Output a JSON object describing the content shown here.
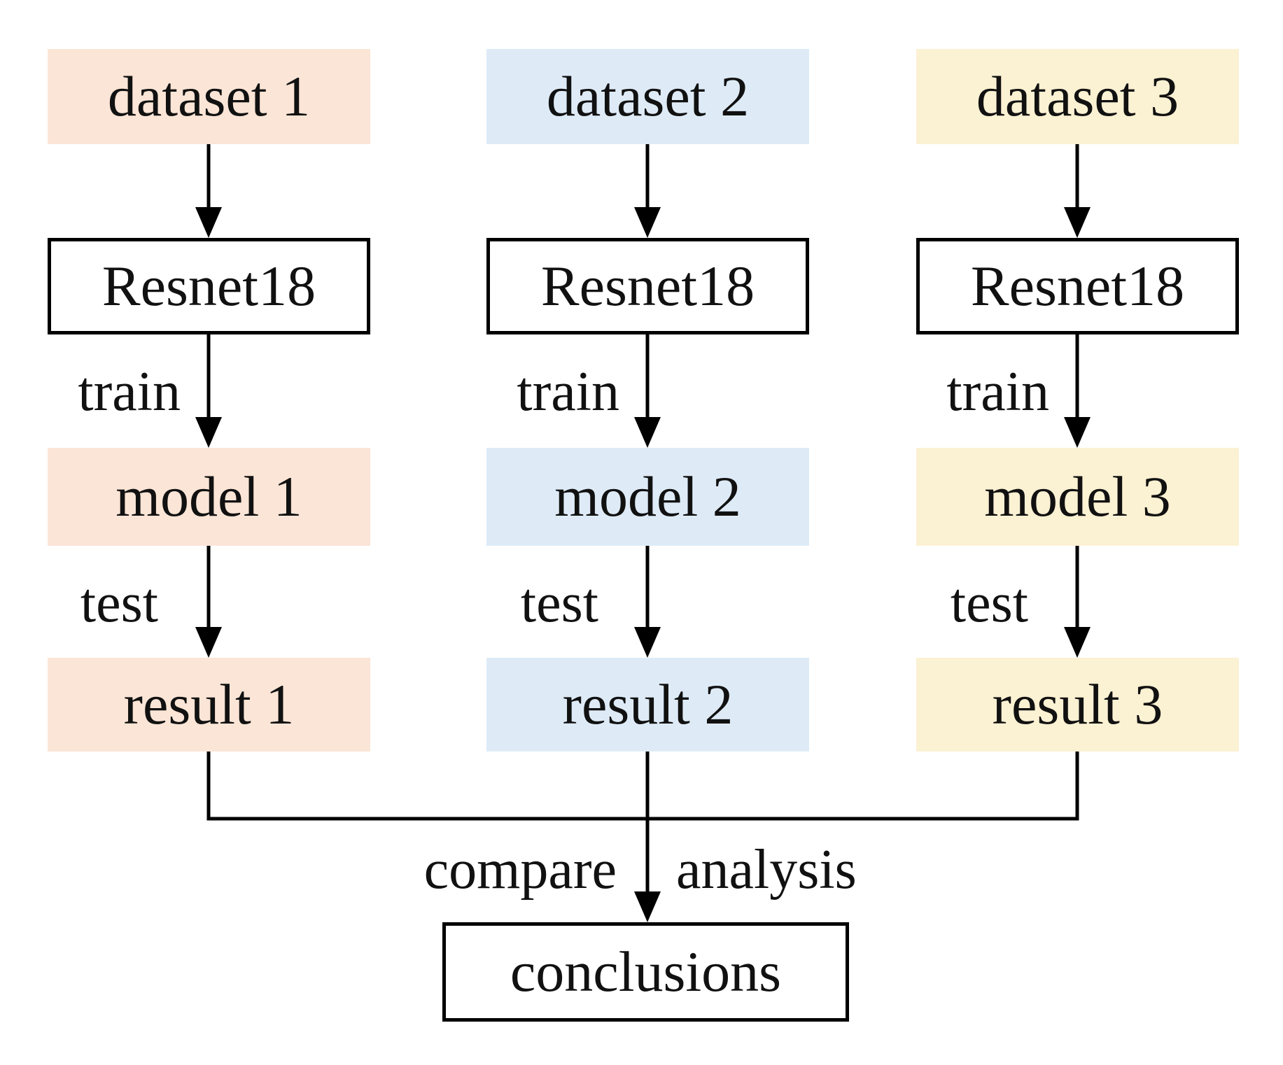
{
  "columns": [
    {
      "dataset": "dataset 1",
      "network": "Resnet18",
      "train_label": "train",
      "model": "model 1",
      "test_label": "test",
      "result": "result 1",
      "fill": "#FBE5D6"
    },
    {
      "dataset": "dataset 2",
      "network": "Resnet18",
      "train_label": "train",
      "model": "model 2",
      "test_label": "test",
      "result": "result 2",
      "fill": "#DEEBF7"
    },
    {
      "dataset": "dataset 3",
      "network": "Resnet18",
      "train_label": "train",
      "model": "model 3",
      "test_label": "test",
      "result": "result 3",
      "fill": "#FBF1D3"
    }
  ],
  "bottom": {
    "compare_label": "compare",
    "analysis_label": "analysis",
    "conclusions": "conclusions"
  },
  "colors": {
    "pipeline1_fill": "#FBE5D6",
    "pipeline2_fill": "#DEEBF7",
    "pipeline3_fill": "#FBF1D3",
    "line": "#000000",
    "box_background": "#FFFFFF",
    "text": "#111111"
  }
}
